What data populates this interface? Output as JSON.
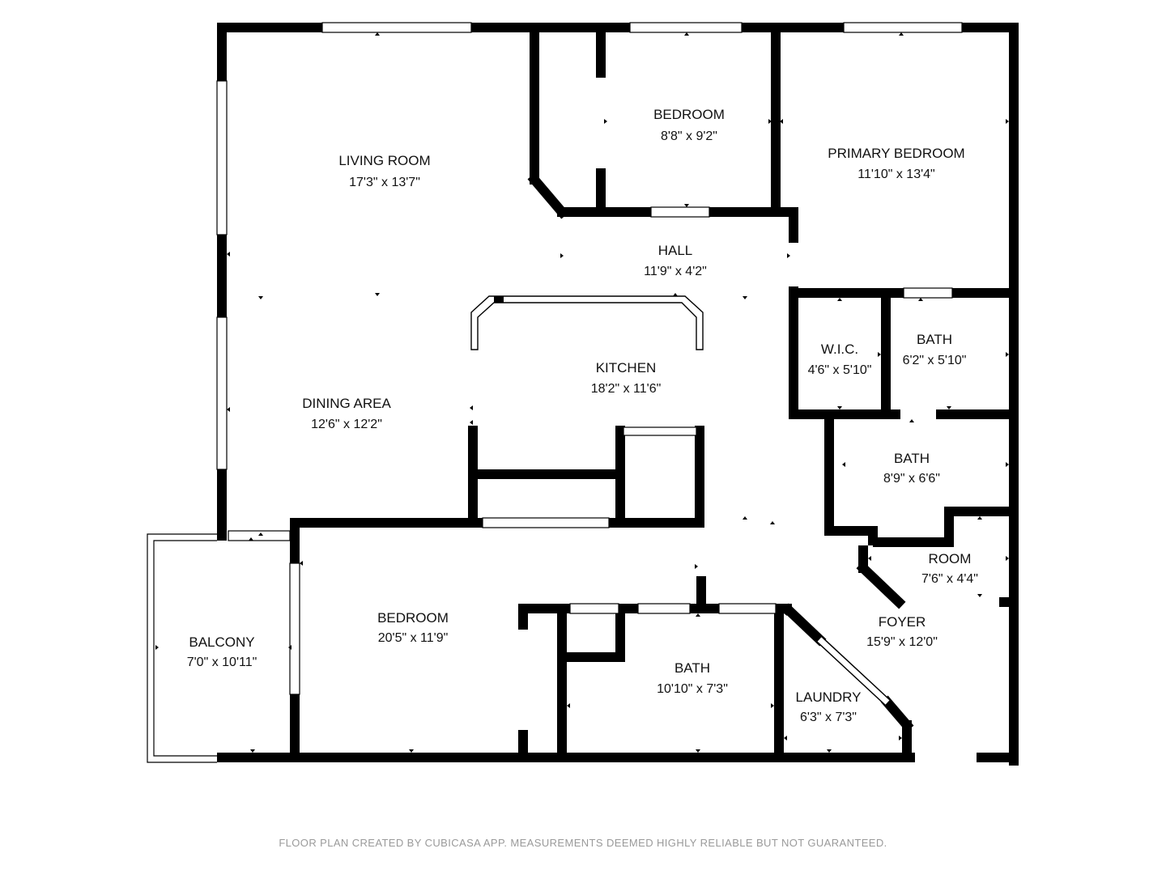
{
  "rooms": {
    "living_room": {
      "name": "LIVING ROOM",
      "dim": "17'3\" x 13'7\""
    },
    "bedroom_top": {
      "name": "BEDROOM",
      "dim": "8'8\" x 9'2\""
    },
    "primary_bedroom": {
      "name": "PRIMARY BEDROOM",
      "dim": "11'10\" x 13'4\""
    },
    "hall": {
      "name": "HALL",
      "dim": "11'9\" x 4'2\""
    },
    "kitchen": {
      "name": "KITCHEN",
      "dim": "18'2\" x 11'6\""
    },
    "wic": {
      "name": "W.I.C.",
      "dim": "4'6\" x 5'10\""
    },
    "bath_upper": {
      "name": "BATH",
      "dim": "6'2\" x 5'10\""
    },
    "dining_area": {
      "name": "DINING AREA",
      "dim": "12'6\" x 12'2\""
    },
    "bath_middle": {
      "name": "BATH",
      "dim": "8'9\" x 6'6\""
    },
    "room": {
      "name": "ROOM",
      "dim": "7'6\" x 4'4\""
    },
    "balcony": {
      "name": "BALCONY",
      "dim": "7'0\" x 10'11\""
    },
    "bedroom_bottom": {
      "name": "BEDROOM",
      "dim": "20'5\" x 11'9\""
    },
    "foyer": {
      "name": "FOYER",
      "dim": "15'9\" x 12'0\""
    },
    "bath_lower": {
      "name": "BATH",
      "dim": "10'10\" x 7'3\""
    },
    "laundry": {
      "name": "LAUNDRY",
      "dim": "6'3\" x 7'3\""
    }
  },
  "footer": "FLOOR PLAN CREATED BY CUBICASA APP. MEASUREMENTS DEEMED HIGHLY RELIABLE BUT NOT GUARANTEED.",
  "colors": {
    "wall": "#000000",
    "window": "#ffffff",
    "text": "#111111",
    "footer": "#9a9a9a"
  }
}
